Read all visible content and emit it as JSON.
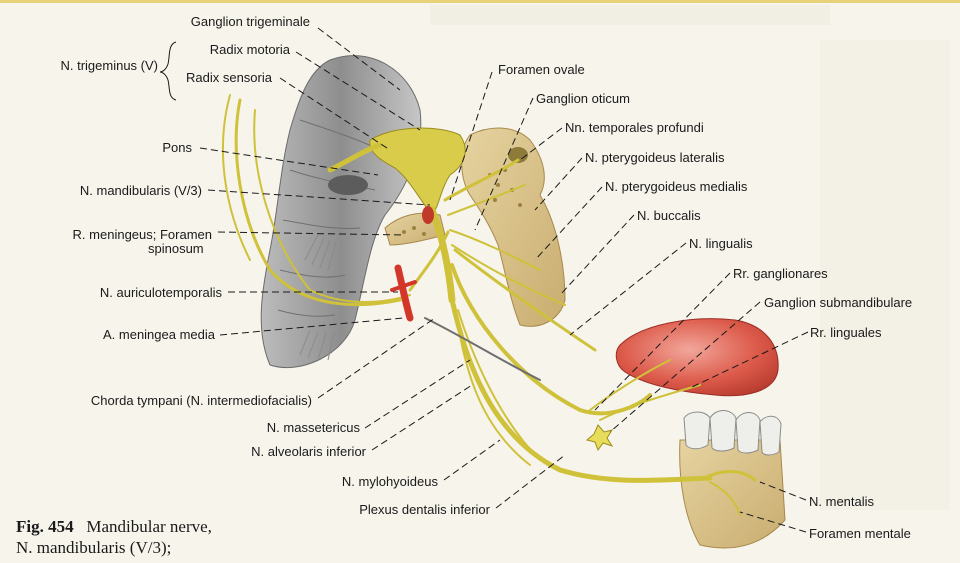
{
  "labels": {
    "ganglion_trigeminale": "Ganglion trigeminale",
    "radix_motoria": "Radix motoria",
    "n_trigeminus": "N. trigeminus (V)",
    "radix_sensoria": "Radix sensoria",
    "pons": "Pons",
    "n_mandibularis": "N. mandibularis (V/3)",
    "r_meningeus_line1": "R. meningeus; Foramen",
    "r_meningeus_line2": "spinosum",
    "n_auriculotemporalis": "N. auriculotemporalis",
    "a_meningea_media": "A. meningea media",
    "chorda_tympani": "Chorda tympani (N. intermediofacialis)",
    "n_massetericus": "N. massetericus",
    "n_alveolaris_inferior": "N. alveolaris inferior",
    "n_mylohyoideus": "N. mylohyoideus",
    "plexus_dentalis_inferior": "Plexus dentalis inferior",
    "foramen_ovale": "Foramen ovale",
    "ganglion_oticum": "Ganglion oticum",
    "nn_temporales_profundi": "Nn. temporales profundi",
    "n_pterygoideus_lateralis": "N. pterygoideus lateralis",
    "n_pterygoideus_medialis": "N. pterygoideus medialis",
    "n_buccalis": "N. buccalis",
    "n_lingualis": "N. lingualis",
    "rr_ganglionares": "Rr. ganglionares",
    "ganglion_submandibulare": "Ganglion submandibulare",
    "rr_linguales": "Rr. linguales",
    "n_mentalis": "N. mentalis",
    "foramen_mentale": "Foramen mentale"
  },
  "caption": {
    "fig_number": "Fig. 454",
    "title_line1": "Mandibular nerve,",
    "title_line2": "N. mandibularis (V/3);"
  },
  "colors": {
    "nerve": "#cfc23a",
    "nerve_dark": "#9a8d1c",
    "artery": "#d2372a",
    "bone": "#d8c08a",
    "brainstem": "#9c9c9c",
    "tongue": "#d9584a",
    "teeth": "#eeeeea"
  }
}
